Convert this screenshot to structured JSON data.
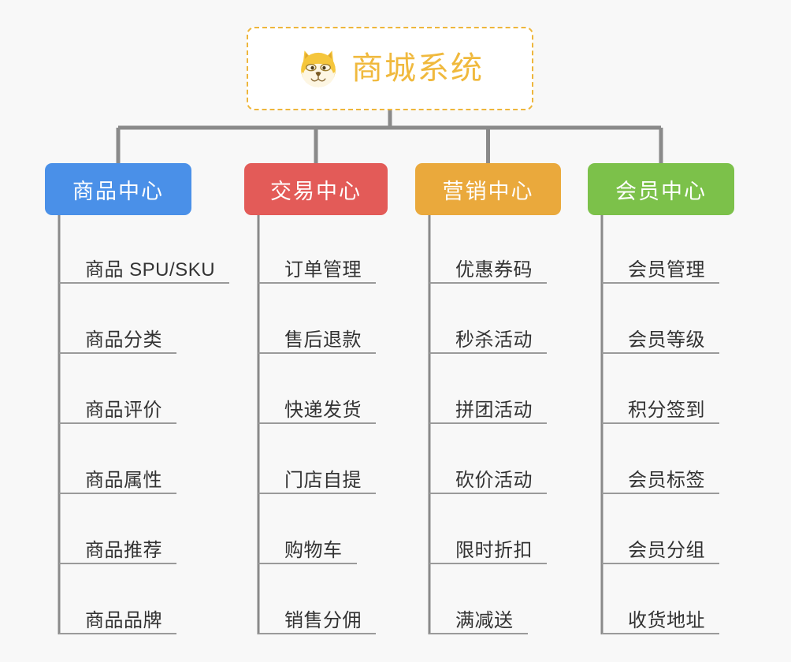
{
  "background_color": "#f8f8f8",
  "root": {
    "title": "商城系统",
    "icon": "shiba-dog-face-emoji",
    "text_color": "#f0b93d",
    "border_color": "#eeb63c",
    "background_color": "#ffffff"
  },
  "connector_color": "#8a8a8a",
  "leaf_line_color": "#9a9a9a",
  "leaf_text_color": "#333333",
  "branches": [
    {
      "label": "商品中心",
      "color": "#4a90e8",
      "items": [
        "商品 SPU/SKU",
        "商品分类",
        "商品评价",
        "商品属性",
        "商品推荐",
        "商品品牌"
      ]
    },
    {
      "label": "交易中心",
      "color": "#e35b58",
      "items": [
        "订单管理",
        "售后退款",
        "快递发货",
        "门店自提",
        "购物车",
        "销售分佣"
      ]
    },
    {
      "label": "营销中心",
      "color": "#eaa93c",
      "items": [
        "优惠券码",
        "秒杀活动",
        "拼团活动",
        "砍价活动",
        "限时折扣",
        "满减送"
      ]
    },
    {
      "label": "会员中心",
      "color": "#7cc14a",
      "items": [
        "会员管理",
        "会员等级",
        "积分签到",
        "会员标签",
        "会员分组",
        "收货地址"
      ]
    }
  ]
}
